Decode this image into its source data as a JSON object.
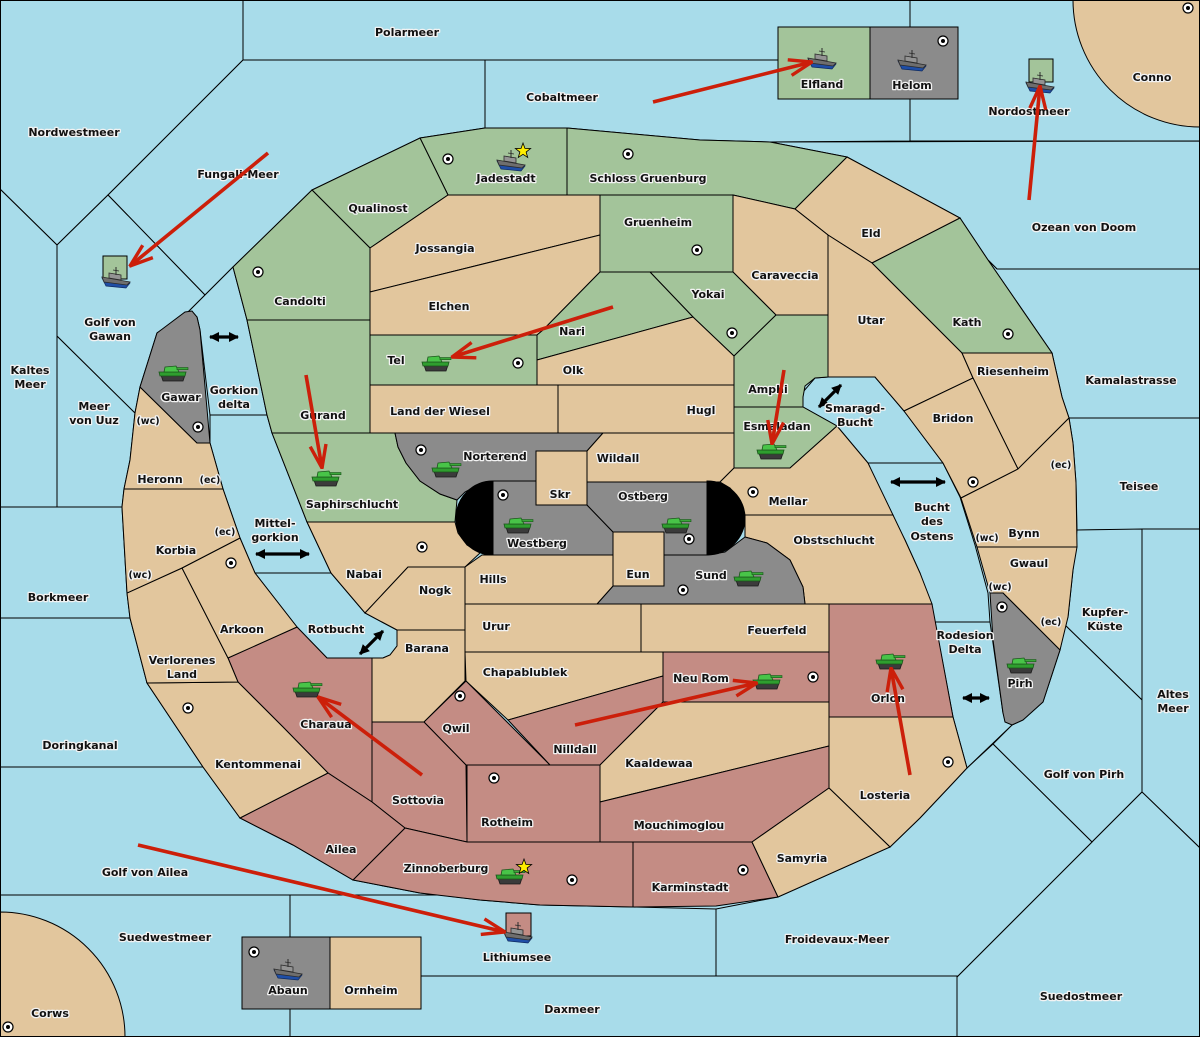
{
  "map": {
    "colors": {
      "sea": "#a8dcea",
      "neutral": "#e2c69d",
      "green": "#a3c49a",
      "red": "#c48c84",
      "gray": "#8b8b8b",
      "order_arrow": "#cc1f0a",
      "star": "#ffee00"
    },
    "labels": {
      "polarmeer": "Polarmeer",
      "cobaltmeer": "Cobaltmeer",
      "nordwestmeer": "Nordwestmeer",
      "fungali-meer": "Fungali-Meer",
      "golf-von-gawan": [
        "Golf von",
        "Gawan"
      ],
      "kaltes-meer": [
        "Kaltes",
        "Meer"
      ],
      "meer-von-uuz": [
        "Meer",
        "von Uuz"
      ],
      "gorkion-delta": [
        "Gorkion",
        "delta"
      ],
      "mittel-gorkion": [
        "Mittel-",
        "gorkion"
      ],
      "borkmeer": "Borkmeer",
      "doringkanal": "Doringkanal",
      "golf-von-ailea": "Golf von Ailea",
      "suedwestmeer": "Suedwestmeer",
      "corws": "Corws",
      "rotbucht": "Rotbucht",
      "lithiumsee": "Lithiumsee",
      "daxmeer": "Daxmeer",
      "froidevaux-meer": "Froidevaux-Meer",
      "suedostmeer": "Suedostmeer",
      "golf-von-pirh": "Golf von Pirh",
      "altes-meer": [
        "Altes",
        "Meer"
      ],
      "kupfer-kueste": [
        "Kupfer-",
        "Küste"
      ],
      "rodesion-delta": [
        "Rodesion",
        "Delta"
      ],
      "bucht-des-ostens": [
        "Bucht",
        "des",
        "Ostens"
      ],
      "teisee": "Teisee",
      "kamalastrasse": "Kamalastrasse",
      "smaragd-bucht": [
        "Smaragd-",
        "Bucht"
      ],
      "ozean-von-doom": "Ozean von Doom",
      "nordostmeer": "Nordostmeer",
      "conno": "Conno",
      "elfland": "Elfland",
      "helom": "Helom",
      "abaun": "Abaun",
      "ornheim": "Ornheim",
      "jadestadt": "Jadestadt",
      "schloss-gruenburg": "Schloss Gruenburg",
      "qualinost": "Qualinost",
      "jossangia": "Jossangia",
      "gruenheim": "Gruenheim",
      "eld": "Eld",
      "caraveccia": "Caraveccia",
      "candolti": "Candolti",
      "elchen": "Elchen",
      "yokai": "Yokai",
      "nari": "Nari",
      "utar": "Utar",
      "kath": "Kath",
      "tel": "Tel",
      "olk": "Olk",
      "amphi": "Amphi",
      "riesenheim": "Riesenheim",
      "land-der-wiesel": "Land der Wiesel",
      "hugl": "Hugl",
      "gurand": "Gurand",
      "esmaladan": "Esmaladan",
      "bridon": "Bridon",
      "norterend": "Norterend",
      "wildall": "Wildall",
      "heronn": "Heronn",
      "saphirschlucht": "Saphirschlucht",
      "skr": "Skr",
      "ostberg": "Ostberg",
      "mellar": "Mellar",
      "westberg": "Westberg",
      "obstschlucht": "Obstschlucht",
      "bynn": "Bynn",
      "korbia": "Korbia",
      "nabai": "Nabai",
      "hills": "Hills",
      "eun": "Eun",
      "sund": "Sund",
      "gwaul": "Gwaul",
      "nogk": "Nogk",
      "arkoon": "Arkoon",
      "urur": "Urur",
      "feuerfeld": "Feuerfeld",
      "verlorenes-land": [
        "Verlorenes",
        "Land"
      ],
      "barana": "Barana",
      "chapablublek": "Chapablublek",
      "neu-rom": "Neu Rom",
      "orlon": "Orlon",
      "pirh": "Pirh",
      "charaua": "Charaua",
      "qwil": "Qwil",
      "nilldall": "Nilldall",
      "kaaldewaa": "Kaaldewaa",
      "kentommenai": "Kentommenai",
      "losteria": "Losteria",
      "sottovia": "Sottovia",
      "rotheim": "Rotheim",
      "mouchimoglou": "Mouchimoglou",
      "ailea": "Ailea",
      "samyria": "Samyria",
      "zinnoberburg": "Zinnoberburg",
      "karminstadt": "Karminstadt",
      "gawar": "Gawar"
    },
    "coast_labels": [
      {
        "province": "heronn",
        "text": "(wc)"
      },
      {
        "province": "heronn",
        "text": "(ec)"
      },
      {
        "province": "korbia",
        "text": "(ec)"
      },
      {
        "province": "korbia",
        "text": "(wc)"
      },
      {
        "province": "bynn",
        "text": "(ec)"
      },
      {
        "province": "bynn",
        "text": "(wc)"
      },
      {
        "province": "gwaul",
        "text": "(wc)"
      },
      {
        "province": "gwaul",
        "text": "(ec)"
      }
    ],
    "ownership": {
      "green": [
        "jadestadt",
        "schloss-gruenburg",
        "qualinost",
        "candolti",
        "gruenheim",
        "kath",
        "yokai",
        "nari",
        "tel",
        "amphi",
        "esmaladan",
        "gurand",
        "saphirschlucht",
        "elfland"
      ],
      "red": [
        "charaua",
        "ailea",
        "sottovia",
        "qwil",
        "nilldall",
        "neu-rom",
        "orlon",
        "mouchimoglou",
        "rotheim",
        "zinnoberburg",
        "karminstadt"
      ],
      "gray": [
        "norterend",
        "westberg",
        "ostberg",
        "sund",
        "gawar",
        "pirh",
        "helom",
        "abaun"
      ]
    },
    "supply_centers": [
      "jadestadt",
      "schloss-gruenburg",
      "candolti",
      "gruenheim",
      "yokai",
      "tel",
      "kath",
      "gawar",
      "norterend",
      "westberg",
      "ostberg",
      "mellar",
      "bridon",
      "arkoon",
      "nabai",
      "sund",
      "pirh",
      "qwil",
      "neu-rom",
      "kentommenai",
      "losteria",
      "rotheim",
      "zinnoberburg",
      "karminstadt",
      "helom",
      "conno",
      "abaun",
      "corws"
    ],
    "home_centers": [
      "jadestadt",
      "zinnoberburg"
    ],
    "units": [
      {
        "type": "army",
        "province": "gawar"
      },
      {
        "type": "army",
        "province": "tel"
      },
      {
        "type": "army",
        "province": "saphirschlucht"
      },
      {
        "type": "army",
        "province": "norterend"
      },
      {
        "type": "army",
        "province": "westberg"
      },
      {
        "type": "army",
        "province": "ostberg"
      },
      {
        "type": "army",
        "province": "esmaladan"
      },
      {
        "type": "army",
        "province": "sund"
      },
      {
        "type": "army",
        "province": "charaua"
      },
      {
        "type": "army",
        "province": "neu-rom"
      },
      {
        "type": "army",
        "province": "orlon"
      },
      {
        "type": "army",
        "province": "pirh"
      },
      {
        "type": "army",
        "province": "zinnoberburg"
      },
      {
        "type": "fleet",
        "province": "jadestadt"
      },
      {
        "type": "fleet",
        "province": "elfland"
      },
      {
        "type": "fleet",
        "province": "helom"
      },
      {
        "type": "fleet",
        "province": "nordostmeer"
      },
      {
        "type": "fleet",
        "province": "golf-von-gawan"
      },
      {
        "type": "fleet",
        "province": "lithiumsee"
      },
      {
        "type": "fleet",
        "province": "abaun"
      }
    ],
    "sea_unit_markers": [
      {
        "province": "nordostmeer",
        "owner": "green"
      },
      {
        "province": "golf-von-gawan",
        "owner": "green"
      },
      {
        "province": "lithiumsee",
        "owner": "red"
      }
    ],
    "orders": [
      {
        "unit": "fleet",
        "from": "cobaltmeer",
        "to": "elfland"
      },
      {
        "unit": "fleet",
        "from": "ozean-von-doom",
        "to": "nordostmeer"
      },
      {
        "unit": "fleet",
        "from": "fungali-meer",
        "to": "golf-von-gawan"
      },
      {
        "unit": "army",
        "from": "nari",
        "to": "tel"
      },
      {
        "unit": "army",
        "from": "gurand",
        "to": "saphirschlucht"
      },
      {
        "unit": "army",
        "from": "amphi",
        "to": "esmaladan"
      },
      {
        "unit": "army",
        "from": "sottovia",
        "to": "charaua"
      },
      {
        "unit": "army",
        "from": "nilldall",
        "to": "neu-rom"
      },
      {
        "unit": "army",
        "from": "losteria",
        "to": "orlon"
      },
      {
        "unit": "fleet",
        "from": "golf-von-ailea",
        "to": "lithiumsee"
      }
    ]
  }
}
